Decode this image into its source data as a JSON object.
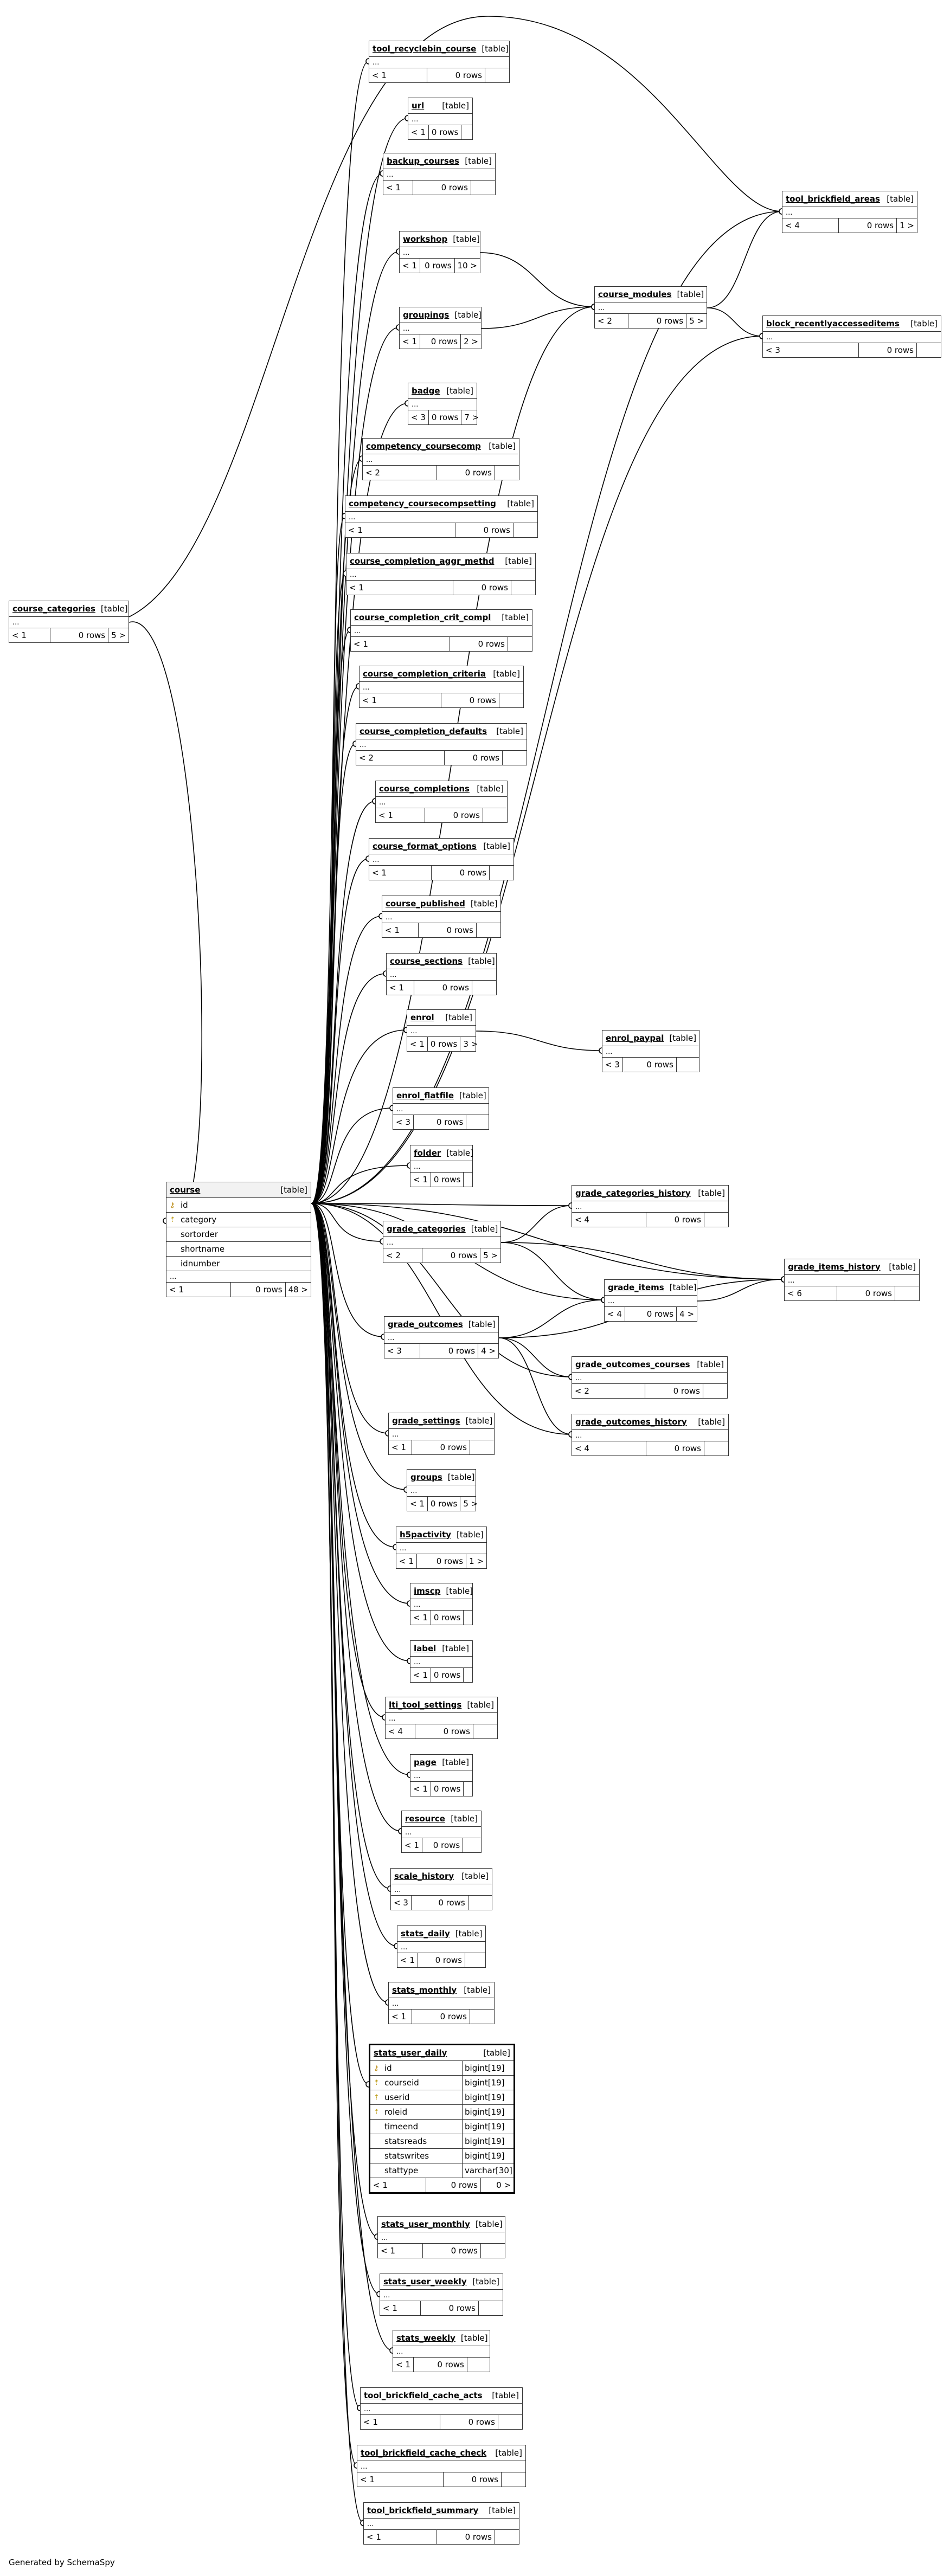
{
  "footer_text": "Generated by SchemaSpy",
  "kind_label": "[table]",
  "ellipsis": "...",
  "colors": {
    "edge": "#000000",
    "border": "#333333",
    "key_icon": "#b8860b"
  },
  "nodes": [
    {
      "id": "tool_recyclebin_course",
      "name": "tool_recyclebin_course",
      "parents": "< 1",
      "rows": "0 rows",
      "children": ""
    },
    {
      "id": "url",
      "name": "url",
      "parents": "< 1",
      "rows": "0 rows",
      "children": ""
    },
    {
      "id": "backup_courses",
      "name": "backup_courses",
      "parents": "< 1",
      "rows": "0 rows",
      "children": ""
    },
    {
      "id": "tool_brickfield_areas",
      "name": "tool_brickfield_areas",
      "parents": "< 4",
      "rows": "0 rows",
      "children": "1 >"
    },
    {
      "id": "workshop",
      "name": "workshop",
      "parents": "< 1",
      "rows": "0 rows",
      "children": "10 >"
    },
    {
      "id": "course_modules",
      "name": "course_modules",
      "parents": "< 2",
      "rows": "0 rows",
      "children": "5 >"
    },
    {
      "id": "groupings",
      "name": "groupings",
      "parents": "< 1",
      "rows": "0 rows",
      "children": "2 >"
    },
    {
      "id": "block_recentlyaccesseditems",
      "name": "block_recentlyaccesseditems",
      "parents": "< 3",
      "rows": "0 rows",
      "children": ""
    },
    {
      "id": "badge",
      "name": "badge",
      "parents": "< 3",
      "rows": "0 rows",
      "children": "7 >"
    },
    {
      "id": "competency_coursecomp",
      "name": "competency_coursecomp",
      "parents": "< 2",
      "rows": "0 rows",
      "children": ""
    },
    {
      "id": "competency_coursecompsetting",
      "name": "competency_coursecompsetting",
      "parents": "< 1",
      "rows": "0 rows",
      "children": ""
    },
    {
      "id": "course_completion_aggr_methd",
      "name": "course_completion_aggr_methd",
      "parents": "< 1",
      "rows": "0 rows",
      "children": ""
    },
    {
      "id": "course_categories",
      "name": "course_categories",
      "parents": "< 1",
      "rows": "0 rows",
      "children": "5 >"
    },
    {
      "id": "course_completion_crit_compl",
      "name": "course_completion_crit_compl",
      "parents": "< 1",
      "rows": "0 rows",
      "children": ""
    },
    {
      "id": "course_completion_criteria",
      "name": "course_completion_criteria",
      "parents": "< 1",
      "rows": "0 rows",
      "children": ""
    },
    {
      "id": "course_completion_defaults",
      "name": "course_completion_defaults",
      "parents": "< 2",
      "rows": "0 rows",
      "children": ""
    },
    {
      "id": "course_completions",
      "name": "course_completions",
      "parents": "< 1",
      "rows": "0 rows",
      "children": ""
    },
    {
      "id": "course_format_options",
      "name": "course_format_options",
      "parents": "< 1",
      "rows": "0 rows",
      "children": ""
    },
    {
      "id": "course_published",
      "name": "course_published",
      "parents": "< 1",
      "rows": "0 rows",
      "children": ""
    },
    {
      "id": "course_sections",
      "name": "course_sections",
      "parents": "< 1",
      "rows": "0 rows",
      "children": ""
    },
    {
      "id": "enrol",
      "name": "enrol",
      "parents": "< 1",
      "rows": "0 rows",
      "children": "3 >"
    },
    {
      "id": "enrol_paypal",
      "name": "enrol_paypal",
      "parents": "< 3",
      "rows": "0 rows",
      "children": ""
    },
    {
      "id": "enrol_flatfile",
      "name": "enrol_flatfile",
      "parents": "< 3",
      "rows": "0 rows",
      "children": ""
    },
    {
      "id": "folder",
      "name": "folder",
      "parents": "< 1",
      "rows": "0 rows",
      "children": ""
    },
    {
      "id": "grade_categories_history",
      "name": "grade_categories_history",
      "parents": "< 4",
      "rows": "0 rows",
      "children": ""
    },
    {
      "id": "grade_categories",
      "name": "grade_categories",
      "parents": "< 2",
      "rows": "0 rows",
      "children": "5 >"
    },
    {
      "id": "grade_items",
      "name": "grade_items",
      "parents": "< 4",
      "rows": "0 rows",
      "children": "4 >"
    },
    {
      "id": "grade_items_history",
      "name": "grade_items_history",
      "parents": "< 6",
      "rows": "0 rows",
      "children": ""
    },
    {
      "id": "grade_outcomes",
      "name": "grade_outcomes",
      "parents": "< 3",
      "rows": "0 rows",
      "children": "4 >"
    },
    {
      "id": "grade_outcomes_courses",
      "name": "grade_outcomes_courses",
      "parents": "< 2",
      "rows": "0 rows",
      "children": ""
    },
    {
      "id": "grade_outcomes_history",
      "name": "grade_outcomes_history",
      "parents": "< 4",
      "rows": "0 rows",
      "children": ""
    },
    {
      "id": "grade_settings",
      "name": "grade_settings",
      "parents": "< 1",
      "rows": "0 rows",
      "children": ""
    },
    {
      "id": "groups",
      "name": "groups",
      "parents": "< 1",
      "rows": "0 rows",
      "children": "5 >"
    },
    {
      "id": "h5pactivity",
      "name": "h5pactivity",
      "parents": "< 1",
      "rows": "0 rows",
      "children": "1 >"
    },
    {
      "id": "imscp",
      "name": "imscp",
      "parents": "< 1",
      "rows": "0 rows",
      "children": ""
    },
    {
      "id": "label",
      "name": "label",
      "parents": "< 1",
      "rows": "0 rows",
      "children": ""
    },
    {
      "id": "lti_tool_settings",
      "name": "lti_tool_settings",
      "parents": "< 4",
      "rows": "0 rows",
      "children": ""
    },
    {
      "id": "page",
      "name": "page",
      "parents": "< 1",
      "rows": "0 rows",
      "children": ""
    },
    {
      "id": "resource",
      "name": "resource",
      "parents": "< 1",
      "rows": "0 rows",
      "children": ""
    },
    {
      "id": "scale_history",
      "name": "scale_history",
      "parents": "< 3",
      "rows": "0 rows",
      "children": ""
    },
    {
      "id": "stats_daily",
      "name": "stats_daily",
      "parents": "< 1",
      "rows": "0 rows",
      "children": ""
    },
    {
      "id": "stats_monthly",
      "name": "stats_monthly",
      "parents": "< 1",
      "rows": "0 rows",
      "children": ""
    },
    {
      "id": "stats_user_monthly",
      "name": "stats_user_monthly",
      "parents": "< 1",
      "rows": "0 rows",
      "children": ""
    },
    {
      "id": "stats_user_weekly",
      "name": "stats_user_weekly",
      "parents": "< 1",
      "rows": "0 rows",
      "children": ""
    },
    {
      "id": "stats_weekly",
      "name": "stats_weekly",
      "parents": "< 1",
      "rows": "0 rows",
      "children": ""
    },
    {
      "id": "tool_brickfield_cache_acts",
      "name": "tool_brickfield_cache_acts",
      "parents": "< 1",
      "rows": "0 rows",
      "children": ""
    },
    {
      "id": "tool_brickfield_cache_check",
      "name": "tool_brickfield_cache_check",
      "parents": "< 1",
      "rows": "0 rows",
      "children": ""
    },
    {
      "id": "tool_brickfield_summary",
      "name": "tool_brickfield_summary",
      "parents": "< 1",
      "rows": "0 rows",
      "children": ""
    }
  ],
  "course": {
    "name": "course",
    "columns": [
      {
        "name": "id",
        "key": "pk"
      },
      {
        "name": "category",
        "key": "fk"
      },
      {
        "name": "sortorder",
        "key": ""
      },
      {
        "name": "shortname",
        "key": ""
      },
      {
        "name": "idnumber",
        "key": ""
      }
    ],
    "parents": "< 1",
    "rows": "0 rows",
    "children": "48 >"
  },
  "stats_user_daily": {
    "name": "stats_user_daily",
    "columns": [
      {
        "name": "id",
        "type": "bigint[19]",
        "key": "pk"
      },
      {
        "name": "courseid",
        "type": "bigint[19]",
        "key": "fk"
      },
      {
        "name": "userid",
        "type": "bigint[19]",
        "key": "fk"
      },
      {
        "name": "roleid",
        "type": "bigint[19]",
        "key": "fk"
      },
      {
        "name": "timeend",
        "type": "bigint[19]",
        "key": ""
      },
      {
        "name": "statsreads",
        "type": "bigint[19]",
        "key": ""
      },
      {
        "name": "statswrites",
        "type": "bigint[19]",
        "key": ""
      },
      {
        "name": "stattype",
        "type": "varchar[30]",
        "key": ""
      }
    ],
    "parents": "< 1",
    "rows": "0 rows",
    "children": "0 >"
  }
}
